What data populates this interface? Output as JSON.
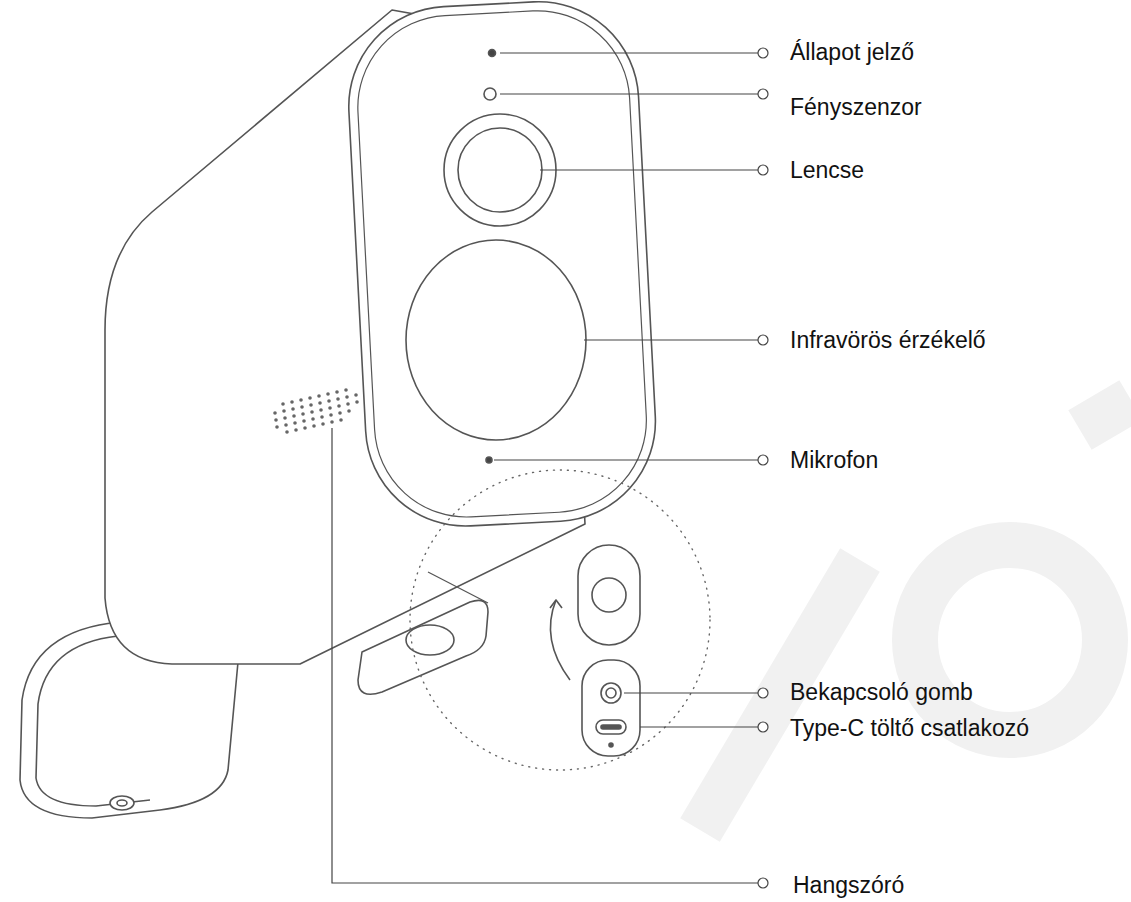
{
  "diagram": {
    "labels": [
      "Állapot jelző",
      "Fényszenzor",
      "Lencse",
      "Infravörös érzékelő",
      "Mikrofon",
      "Bekapcsoló gomb",
      "Type-C töltő csatlakozó",
      "Hangszóró"
    ]
  }
}
